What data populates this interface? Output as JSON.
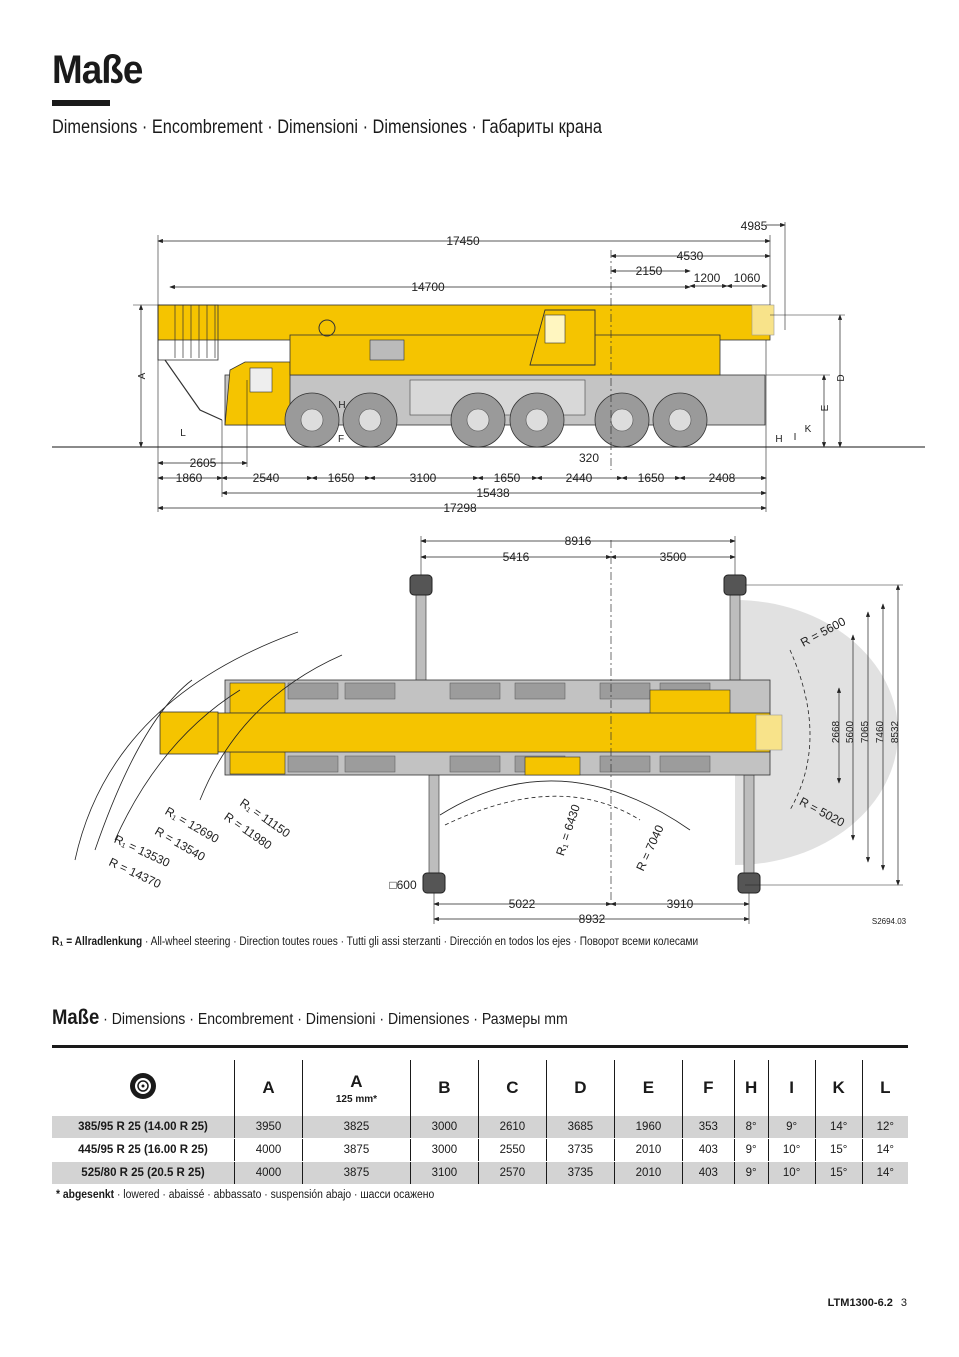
{
  "header": {
    "title": "Maße",
    "subtitle": "Dimensions · Encombrement · Dimensioni · Dimensiones · Габариты крана"
  },
  "side_view": {
    "dims": {
      "d17450": "17450",
      "d4985": "4985",
      "d4530": "4530",
      "d2150": "2150",
      "d1200": "1200",
      "d1060": "1060",
      "d14700": "14700",
      "d2605": "2605",
      "d1860": "1860",
      "d2540": "2540",
      "d1650a": "1650",
      "d3100": "3100",
      "d1650b": "1650",
      "d2440": "2440",
      "d1650c": "1650",
      "d2408": "2408",
      "d15438": "15438",
      "d17298": "17298",
      "d320": "320"
    },
    "letters": {
      "A": "A",
      "L": "L",
      "H": "H",
      "F": "F",
      "E": "E",
      "D": "D",
      "H2": "H",
      "I": "I",
      "K": "K"
    }
  },
  "top_view": {
    "dims": {
      "d8916": "8916",
      "d5416": "5416",
      "d3500": "3500",
      "d5022": "5022",
      "d3910": "3910",
      "d8932": "8932",
      "d2668": "2668",
      "d5600": "5600",
      "d7065": "7065",
      "d7460": "7460",
      "d8532": "8532",
      "d600": "□600"
    },
    "radii": {
      "r5600": "R = 5600",
      "r5020": "R = 5020",
      "r6430": "R₁ = 6430",
      "r7040": "R = 7040",
      "r11150": "R₁ = 11150",
      "r11980": "R = 11980",
      "r12690": "R₁ = 12690",
      "r13540": "R = 13540",
      "r13530": "R₁ = 13530",
      "r14370": "R = 14370"
    },
    "drawing_id": "S2694.03"
  },
  "steering_note": {
    "bold": "R₁ = Allradlenkung",
    "rest": " · All-wheel steering · Direction toutes roues · Tutti gli assi sterzanti · Dirección en todos los ejes · Поворот всеми колесами"
  },
  "table_section": {
    "title": "Maße",
    "subtitle": " · Dimensions · Encombrement · Dimensioni · Dimensiones · Размеры  mm",
    "columns": [
      {
        "label": "A",
        "sub": ""
      },
      {
        "label": "A",
        "sub": "125 mm*"
      },
      {
        "label": "B",
        "sub": ""
      },
      {
        "label": "C",
        "sub": ""
      },
      {
        "label": "D",
        "sub": ""
      },
      {
        "label": "E",
        "sub": ""
      },
      {
        "label": "F",
        "sub": ""
      },
      {
        "label": "H",
        "sub": ""
      },
      {
        "label": "I",
        "sub": ""
      },
      {
        "label": "K",
        "sub": ""
      },
      {
        "label": "L",
        "sub": ""
      }
    ],
    "rows": [
      {
        "tire": "385/95 R 25 (14.00 R 25)",
        "values": [
          "3950",
          "3825",
          "3000",
          "2610",
          "3685",
          "1960",
          "353",
          "8°",
          "9°",
          "14°",
          "12°"
        ]
      },
      {
        "tire": "445/95 R 25 (16.00 R 25)",
        "values": [
          "4000",
          "3875",
          "3000",
          "2550",
          "3735",
          "2010",
          "403",
          "9°",
          "10°",
          "15°",
          "14°"
        ]
      },
      {
        "tire": "525/80 R 25 (20.5  R 25)",
        "values": [
          "4000",
          "3875",
          "3100",
          "2570",
          "3735",
          "2010",
          "403",
          "9°",
          "10°",
          "15°",
          "14°"
        ]
      }
    ],
    "footnote_bold": "* abgesenkt",
    "footnote_rest": " · lowered · abaissé · abbassato · suspensión abajo · шасси осажено"
  },
  "footer": {
    "model": "LTM1300-6.2",
    "page": "3"
  },
  "colors": {
    "yellow": "#f5c400",
    "grey": "#b8b8b8",
    "dark": "#1a1a1a"
  }
}
